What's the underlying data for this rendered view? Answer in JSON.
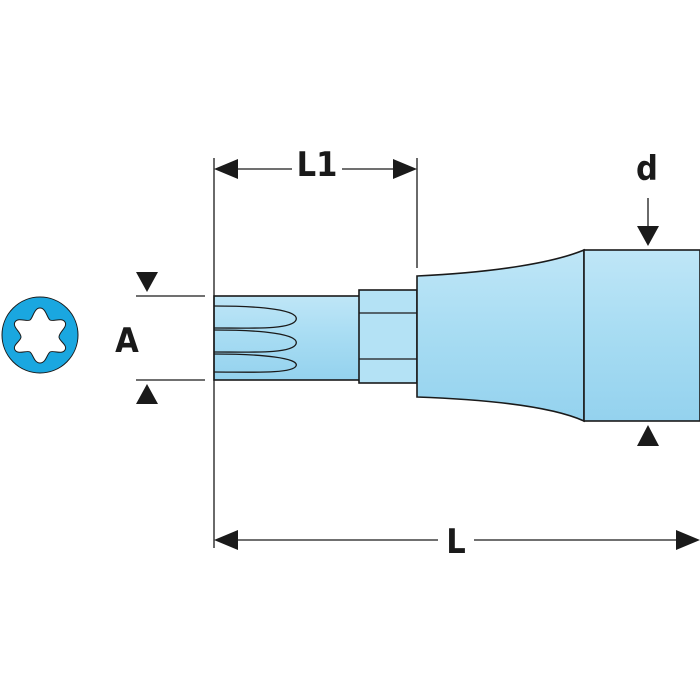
{
  "labels": {
    "L1": "L1",
    "L": "L",
    "A": "A",
    "d": "d"
  },
  "colors": {
    "body_fill": "#a6dcf2",
    "body_highlight": "#c4e9f8",
    "torx_blue": "#1aa7e0",
    "line": "#1a1a1a"
  },
  "icons": {
    "profile": "torx-profile-icon"
  }
}
